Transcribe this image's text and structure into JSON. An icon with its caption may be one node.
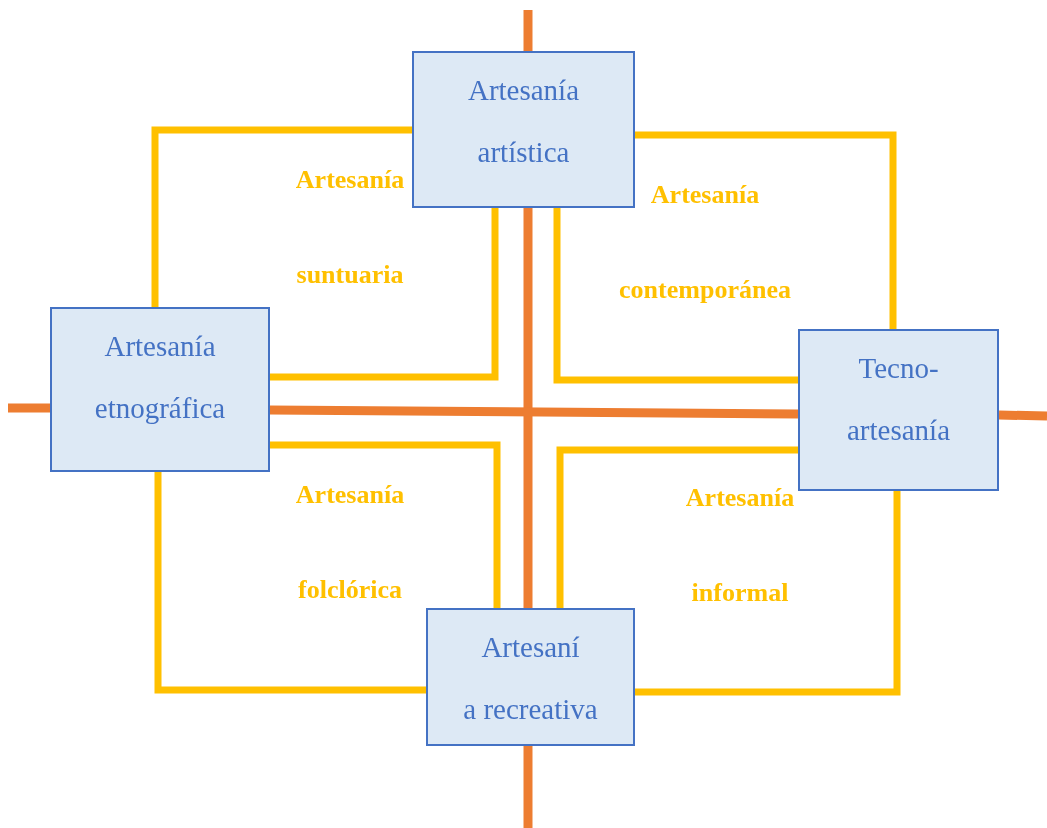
{
  "diagram": {
    "nodes": [
      {
        "text": [
          "Artesanía artística"
        ]
      },
      {
        "text": [
          "Artesanía etnográfica"
        ]
      },
      {
        "text": [
          "Tecno- artesanía"
        ]
      },
      {
        "text": [
          "Artesaní a recreativa"
        ]
      }
    ],
    "edges": [
      {
        "from": 0,
        "to": 3,
        "arrow": "none",
        "color": "#ed7d31"
      },
      {
        "from": 1,
        "to": 2,
        "arrow": "none",
        "color": "#ed7d31"
      },
      {
        "from": null,
        "to": 0,
        "arrow": "none",
        "color": "#ed7d31"
      },
      {
        "from": 3,
        "to": null,
        "arrow": "none",
        "color": "#ed7d31"
      },
      {
        "from": null,
        "to": 1,
        "arrow": "none",
        "color": "#ed7d31"
      },
      {
        "from": 2,
        "to": null,
        "arrow": "none",
        "color": "#ed7d31"
      },
      {
        "from": 0,
        "to": 1,
        "arrow": "none"
      },
      {
        "from": 1,
        "to": 0,
        "arrow": "none"
      },
      {
        "from": 0,
        "to": 2,
        "arrow": "none"
      },
      {
        "from": 0,
        "to": 2,
        "arrow": "none"
      },
      {
        "from": 1,
        "to": 3,
        "arrow": "none"
      },
      {
        "from": 1,
        "to": 3,
        "arrow": "none"
      },
      {
        "from": 2,
        "to": 3,
        "arrow": "none"
      },
      {
        "from": 2,
        "to": 3,
        "arrow": "none"
      }
    ],
    "labels": [
      "Artesanía suntuaria",
      "Artesanía contemporánea",
      "Artesanía folclórica",
      "Artesanía informal"
    ]
  }
}
